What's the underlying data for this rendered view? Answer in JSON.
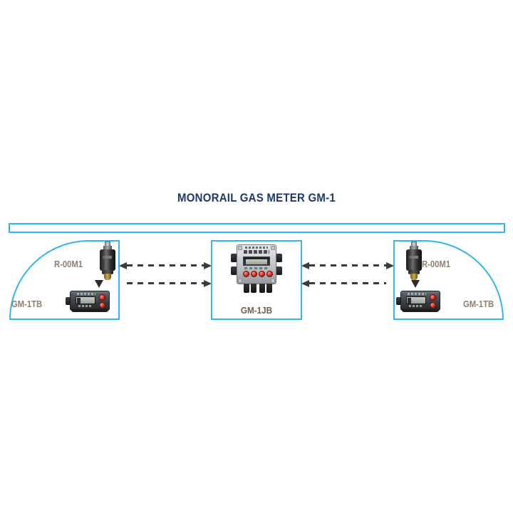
{
  "diagram": {
    "title": "MONORAIL  GAS METER GM-1",
    "title_color": "#1f3864",
    "accent_color": "#35b4ea",
    "label_color": "#8c8070",
    "background": "#ffffff"
  },
  "rail": {
    "name": "monorail-bar"
  },
  "zones": {
    "left": {
      "sensor_label": "R-00M1",
      "meter_label": "GM-1TB"
    },
    "center": {
      "unit_label": "GM-1JB"
    },
    "right": {
      "sensor_label": "R-00M1",
      "meter_label": "GM-1TB"
    }
  },
  "connections": {
    "left_upper": "dashed-bidirectional",
    "left_lower": "dashed-bidirectional",
    "right_upper": "dashed-bidirectional",
    "right_lower": "dashed-bidirectional"
  }
}
